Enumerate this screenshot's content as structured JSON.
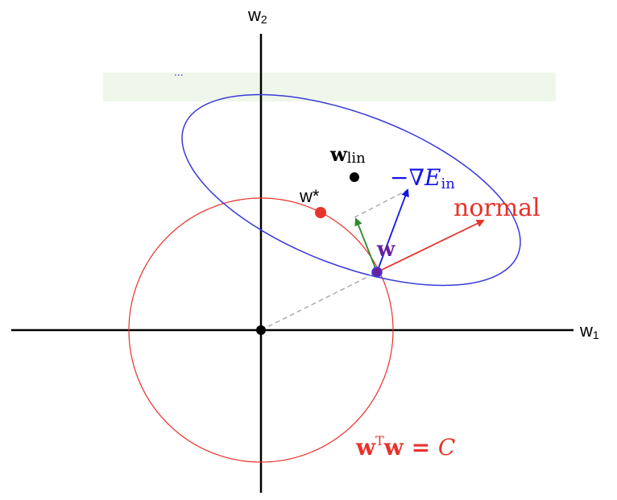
{
  "axes": {
    "x_label_base": "w",
    "x_label_sub": "1",
    "y_label_base": "w",
    "y_label_sub": "2"
  },
  "labels": {
    "w_star": "w*",
    "w_lin_base": "w",
    "w_lin_sub": "lin",
    "neg_grad_prefix": "−∇",
    "neg_grad_E": "E",
    "neg_grad_sub": "in",
    "normal": "normal",
    "w": "w",
    "constraint_w": "w",
    "constraint_T": "T",
    "constraint_rest": "w = ",
    "constraint_C": "C",
    "ellipsis": "..."
  },
  "colors": {
    "axis": "#000000",
    "constraint_circle": "#e8322b",
    "error_ellipse": "#3b3bd9",
    "normal_arrow": "#e8322b",
    "gradient_arrow": "#1515e6",
    "tangent_arrow": "#2e8b2e",
    "w_point": "#6a1fa0",
    "w_star_point": "#e8322b",
    "w_lin_point": "#000000",
    "dashed": "#a8a8a8",
    "highlight_band": "#eaf5e6"
  }
}
